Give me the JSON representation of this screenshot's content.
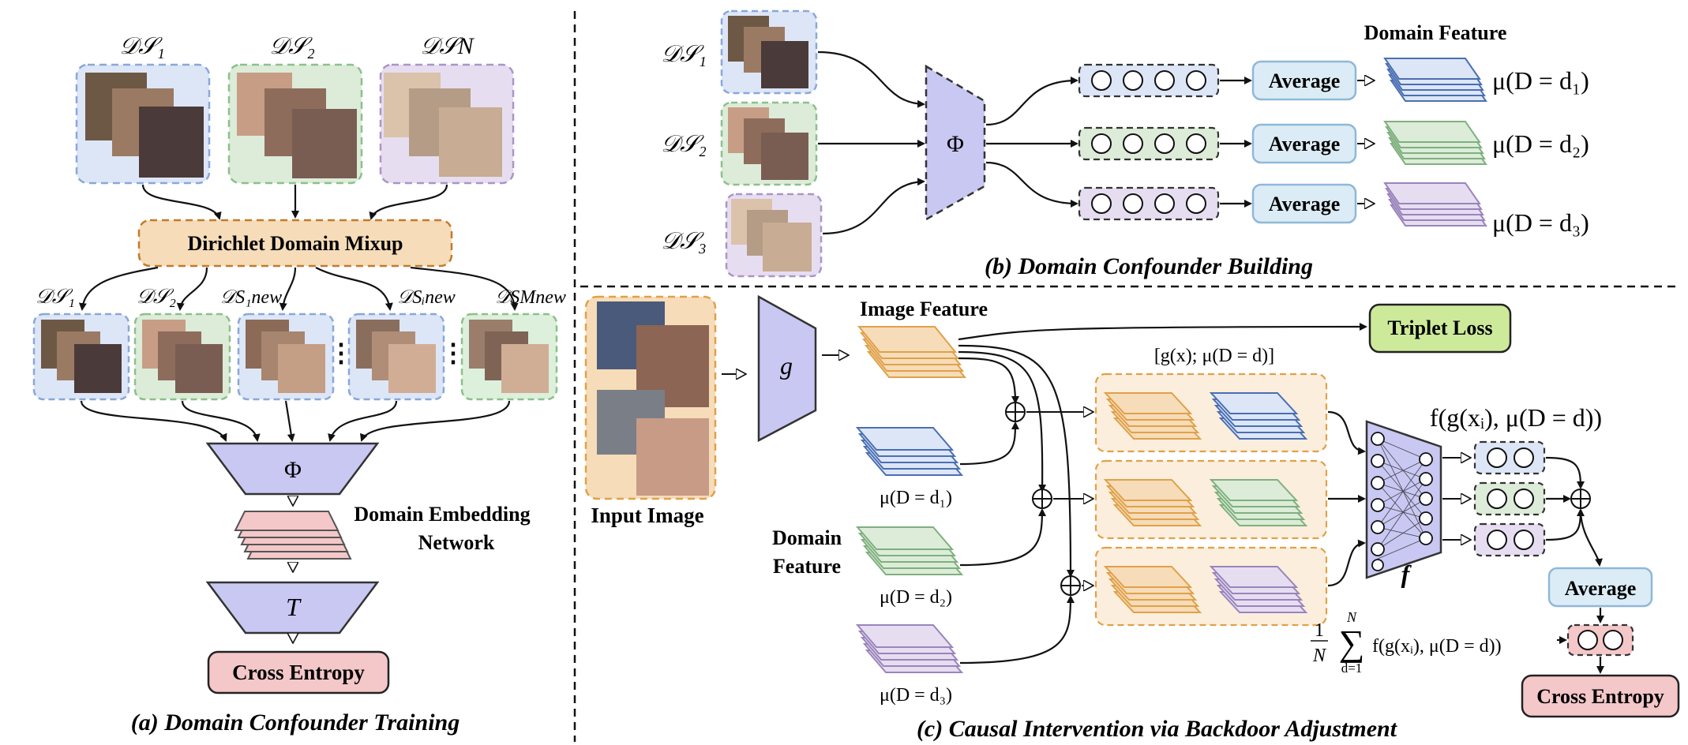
{
  "panel_a": {
    "title": "(a)  Domain Confounder Training",
    "source_labels": [
      "𝒟𝒮₁",
      "𝒟𝒮₂",
      "𝒟𝒮N"
    ],
    "mixup_label": "Dirichlet Domain Mixup",
    "mixed_labels": [
      "𝒟𝒮₁",
      "𝒟𝒮₂",
      "𝒟S₁new",
      "𝒟Sᵢnew",
      "𝒟SMnew"
    ],
    "encoder_symbol": "Φ",
    "embedding_label_line1": "Domain Embedding",
    "embedding_label_line2": "Network",
    "classifier_symbol": "T",
    "loss_label": "Cross Entropy",
    "ellipsis": "⋮"
  },
  "panel_b": {
    "title": "(b)  Domain Confounder Building",
    "source_labels": [
      "𝒟𝒮₁",
      "𝒟𝒮₂",
      "𝒟𝒮₃"
    ],
    "encoder_symbol": "Φ",
    "header": "Domain Feature",
    "average_label": "Average",
    "outputs": [
      "μ(D = d₁)",
      "μ(D = d₂)",
      "μ(D = d₃)"
    ]
  },
  "panel_c": {
    "title": "(c)  Causal Intervention via Backdoor Adjustment",
    "input_label": "Input Image",
    "backbone_symbol": "g",
    "image_feature_label": "Image Feature",
    "triplet_label": "Triplet Loss",
    "concat_label": "[g(x); μ(D = d)]",
    "domain_feature_line1": "Domain",
    "domain_feature_line2": "Feature",
    "domain_labels": [
      "μ(D = d₁)",
      "μ(D = d₂)",
      "μ(D = d₃)"
    ],
    "classifier_symbol": "f",
    "prediction_label": "f(g(xᵢ), μ(D = d))",
    "average_label": "Average",
    "sum_formula": "1/N Σ f(g(xᵢ), μ(D = d))",
    "sum_upper": "N",
    "sum_lower": "d=1",
    "sum_frac_top": "1",
    "sum_frac_bottom": "N",
    "sum_body": "f(g(xᵢ), μ(D = d))",
    "loss_label": "Cross Entropy",
    "plus_symbol": "⊕"
  },
  "colors": {
    "blue": "#8aa8d8",
    "blue_fill": "#dde6f7",
    "green": "#8cc08c",
    "green_fill": "#dcecd8",
    "purple": "#a996c8",
    "purple_fill": "#e6def0",
    "orange": "#e0a14a",
    "orange_fill": "#f6dcb8",
    "trap_fill": "#c9c8f3",
    "pink_fill": "#f4c7c9",
    "lime_fill": "#cdea9a",
    "avg_fill": "#dcecf6"
  }
}
